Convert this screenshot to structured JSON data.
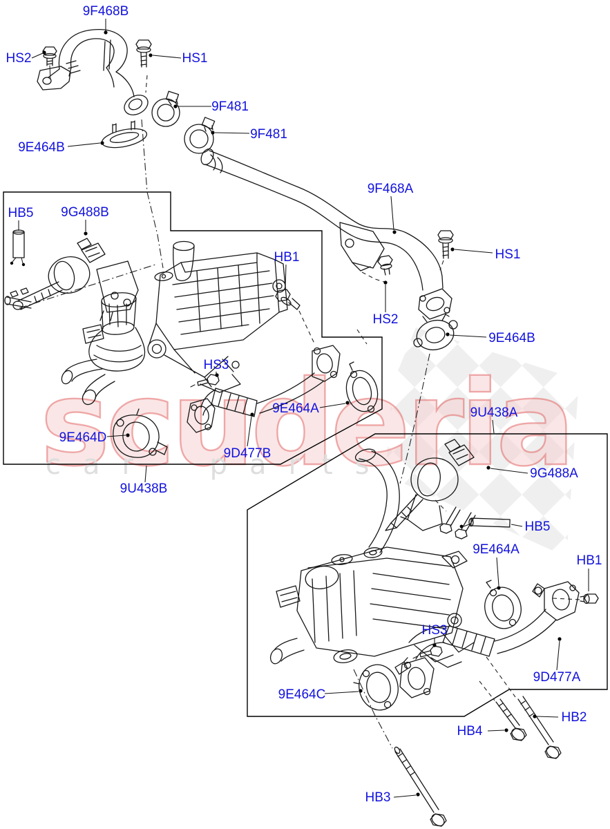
{
  "watermark": {
    "brand": "scuderia",
    "tagline": "car parts",
    "brand_outline_color": "#e25c5c",
    "brand_fill_color": "#f6d4d4",
    "tagline_color": "#dedede",
    "checker_color": "#e2e2e2"
  },
  "colors": {
    "callout_blue": "#1212dd",
    "line_black": "#161616",
    "background": "#ffffff"
  },
  "assembly_boxes": [
    {
      "name": "upper-egr-cooler-box",
      "part_no": "9U438B"
    },
    {
      "name": "lower-egr-cooler-box",
      "part_no": "9U438A"
    }
  ],
  "callouts": [
    {
      "text": "9F468B"
    },
    {
      "text": "HS2"
    },
    {
      "text": "HS1"
    },
    {
      "text": "9F481"
    },
    {
      "text": "9F481"
    },
    {
      "text": "9E464B"
    },
    {
      "text": "HB5"
    },
    {
      "text": "9G488B"
    },
    {
      "text": "HB1"
    },
    {
      "text": "9F468A"
    },
    {
      "text": "HS1"
    },
    {
      "text": "HS2"
    },
    {
      "text": "9E464B"
    },
    {
      "text": "HS3"
    },
    {
      "text": "9E464A"
    },
    {
      "text": "9D477B"
    },
    {
      "text": "9E464D"
    },
    {
      "text": "9U438B"
    },
    {
      "text": "9U438A"
    },
    {
      "text": "9G488A"
    },
    {
      "text": "HB5"
    },
    {
      "text": "9E464A"
    },
    {
      "text": "HB1"
    },
    {
      "text": "HS3"
    },
    {
      "text": "9D477A"
    },
    {
      "text": "9E464C"
    },
    {
      "text": "HB4"
    },
    {
      "text": "HB2"
    },
    {
      "text": "HB3"
    }
  ]
}
